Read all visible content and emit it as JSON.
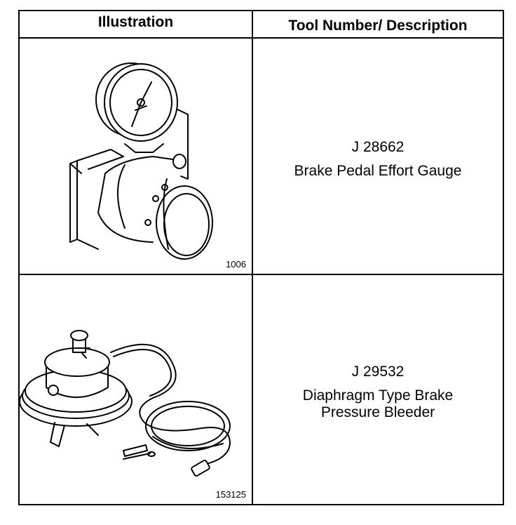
{
  "table": {
    "headers": {
      "illustration": "Illustration",
      "tool": "Tool Number/ Description"
    },
    "rows": [
      {
        "figure_number": "1006",
        "tool_number": "J 28662",
        "description_lines": [
          "Brake Pedal Effort Gauge"
        ]
      },
      {
        "figure_number": "153125",
        "tool_number": "J 29532",
        "description_lines": [
          "Diaphragm Type Brake",
          "Pressure Bleeder"
        ]
      }
    ]
  }
}
